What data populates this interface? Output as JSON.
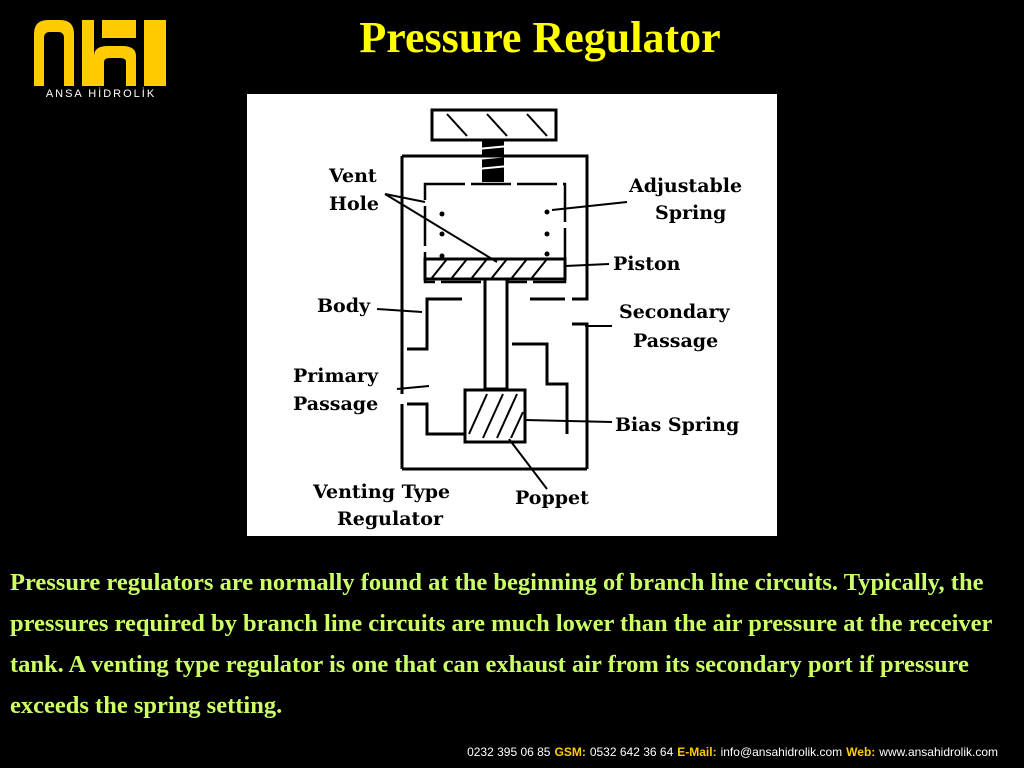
{
  "brand": {
    "name": "ANSA HİDROLİK"
  },
  "colors": {
    "title": "#ffff00",
    "body_text": "#ccff66",
    "logo": "#ffcc00",
    "background": "#000000"
  },
  "title": "Pressure Regulator",
  "diagram": {
    "labels": {
      "vent_hole_1": "Vent",
      "vent_hole_2": "Hole",
      "adjustable_spring_1": "Adjustable",
      "adjustable_spring_2": "Spring",
      "piston": "Piston",
      "body": "Body",
      "secondary_passage_1": "Secondary",
      "secondary_passage_2": "Passage",
      "primary_passage_1": "Primary",
      "primary_passage_2": "Passage",
      "bias_spring": "Bias Spring",
      "caption_1": "Venting Type",
      "caption_2": "Regulator",
      "poppet": "Poppet"
    }
  },
  "body_text": "Pressure regulators are  normally found at the beginning of branch line circuits.  Typically, the pressures required by branch line circuits are much lower than the air pressure at the receiver tank.  A venting type regulator is one that can exhaust air from its secondary port if pressure exceeds the spring setting.",
  "footer": {
    "phone_value": "0232 395 06 85",
    "gsm_label": "GSM:",
    "gsm_value": "0532 642 36 64",
    "email_label": "E-Mail:",
    "email_value": "info@ansahidrolik.com",
    "web_label": "Web:",
    "web_value": "www.ansahidrolik.com"
  }
}
